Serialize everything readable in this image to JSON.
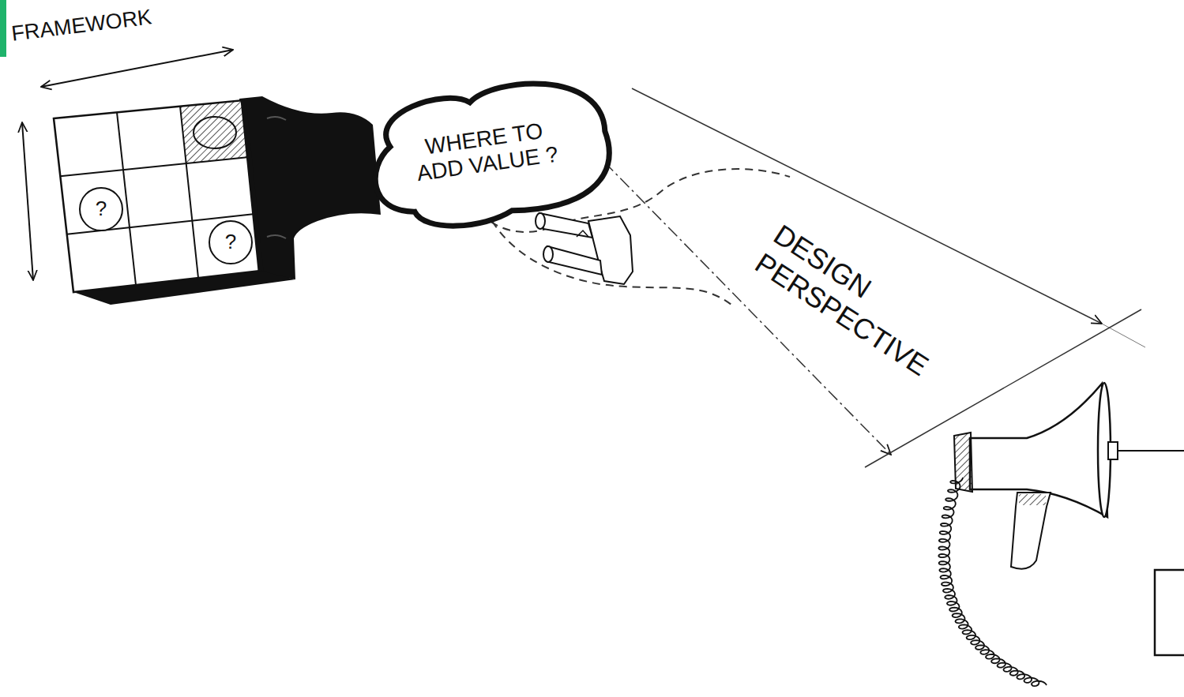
{
  "diagram": {
    "nodes": [
      {
        "text": [
          "?"
        ]
      },
      {
        "text": [
          "?"
        ]
      },
      {
        "text": [
          "WHERE TO ADD VALUE ?"
        ]
      }
    ],
    "labels": [
      "FRAMEWORK",
      "DESIGN PERSPECTIVE"
    ]
  }
}
